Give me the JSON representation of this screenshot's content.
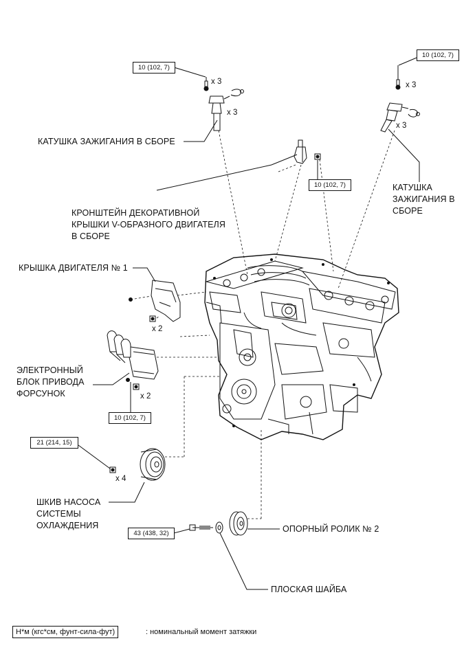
{
  "labels": {
    "coil_left": "КАТУШКА ЗАЖИГАНИЯ В СБОРЕ",
    "coil_right": "КАТУШКА\nЗАЖИГАНИЯ В\nСБОРЕ",
    "bracket": "КРОНШТЕЙН ДЕКОРАТИВНОЙ\nКРЫШКИ V-ОБРАЗНОГО ДВИГАТЕЛЯ\nВ СБОРЕ",
    "engine_cover": "КРЫШКА ДВИГАТЕЛЯ № 1",
    "ecu": "ЭЛЕКТРОННЫЙ\nБЛОК ПРИВОДА\nФОРСУНОК",
    "pulley": "ШКИВ НАСОСА\nСИСТЕМЫ\nОХЛАЖДЕНИЯ",
    "idler": "ОПОРНЫЙ РОЛИК № 2",
    "washer": "ПЛОСКАЯ ШАЙБА"
  },
  "torques": {
    "coil_left": "10 (102, 7)",
    "coil_right": "10 (102, 7)",
    "bracket": "10 (102, 7)",
    "ecu": "10 (102, 7)",
    "pulley": "21 (214, 15)",
    "idler": "43 (438, 32)"
  },
  "quantities": {
    "coil_left_bolt": "x 3",
    "coil_left_coil": "x 3",
    "coil_right_bolt": "x 3",
    "coil_right_coil": "x 3",
    "cover_nut": "x 2",
    "ecu_bolt": "x 2",
    "pulley_bolt": "x 4"
  },
  "legend": {
    "units": "Н*м (кгс*см, фунт-сила-фут)",
    "description": ": номинальный момент затяжки"
  },
  "colors": {
    "line": "#111111",
    "background": "#ffffff"
  }
}
